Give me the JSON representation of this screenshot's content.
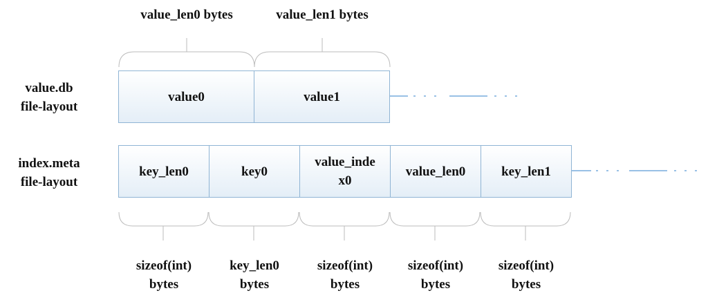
{
  "value_db": {
    "label_line1": "value.db",
    "label_line2": "file-layout",
    "cells": [
      "value0",
      "value1"
    ],
    "sizes": [
      "value_len0 bytes",
      "value_len1 bytes"
    ]
  },
  "index_meta": {
    "label_line1": "index.meta",
    "label_line2": "file-layout",
    "cells": [
      {
        "line1": "key_len0",
        "line2": ""
      },
      {
        "line1": "key0",
        "line2": ""
      },
      {
        "line1": "value_inde",
        "line2": "x0"
      },
      {
        "line1": "value_len0",
        "line2": ""
      },
      {
        "line1": "key_len1",
        "line2": ""
      }
    ],
    "sizes": [
      {
        "line1": "sizeof(int)",
        "line2": "bytes"
      },
      {
        "line1": "key_len0",
        "line2": "bytes"
      },
      {
        "line1": "sizeof(int)",
        "line2": "bytes"
      },
      {
        "line1": "sizeof(int)",
        "line2": "bytes"
      },
      {
        "line1": "sizeof(int)",
        "line2": "bytes"
      }
    ]
  },
  "colors": {
    "box_border": "#8fb4d4",
    "connector": "#5b9bd5",
    "brace": "#bbbbbb"
  }
}
